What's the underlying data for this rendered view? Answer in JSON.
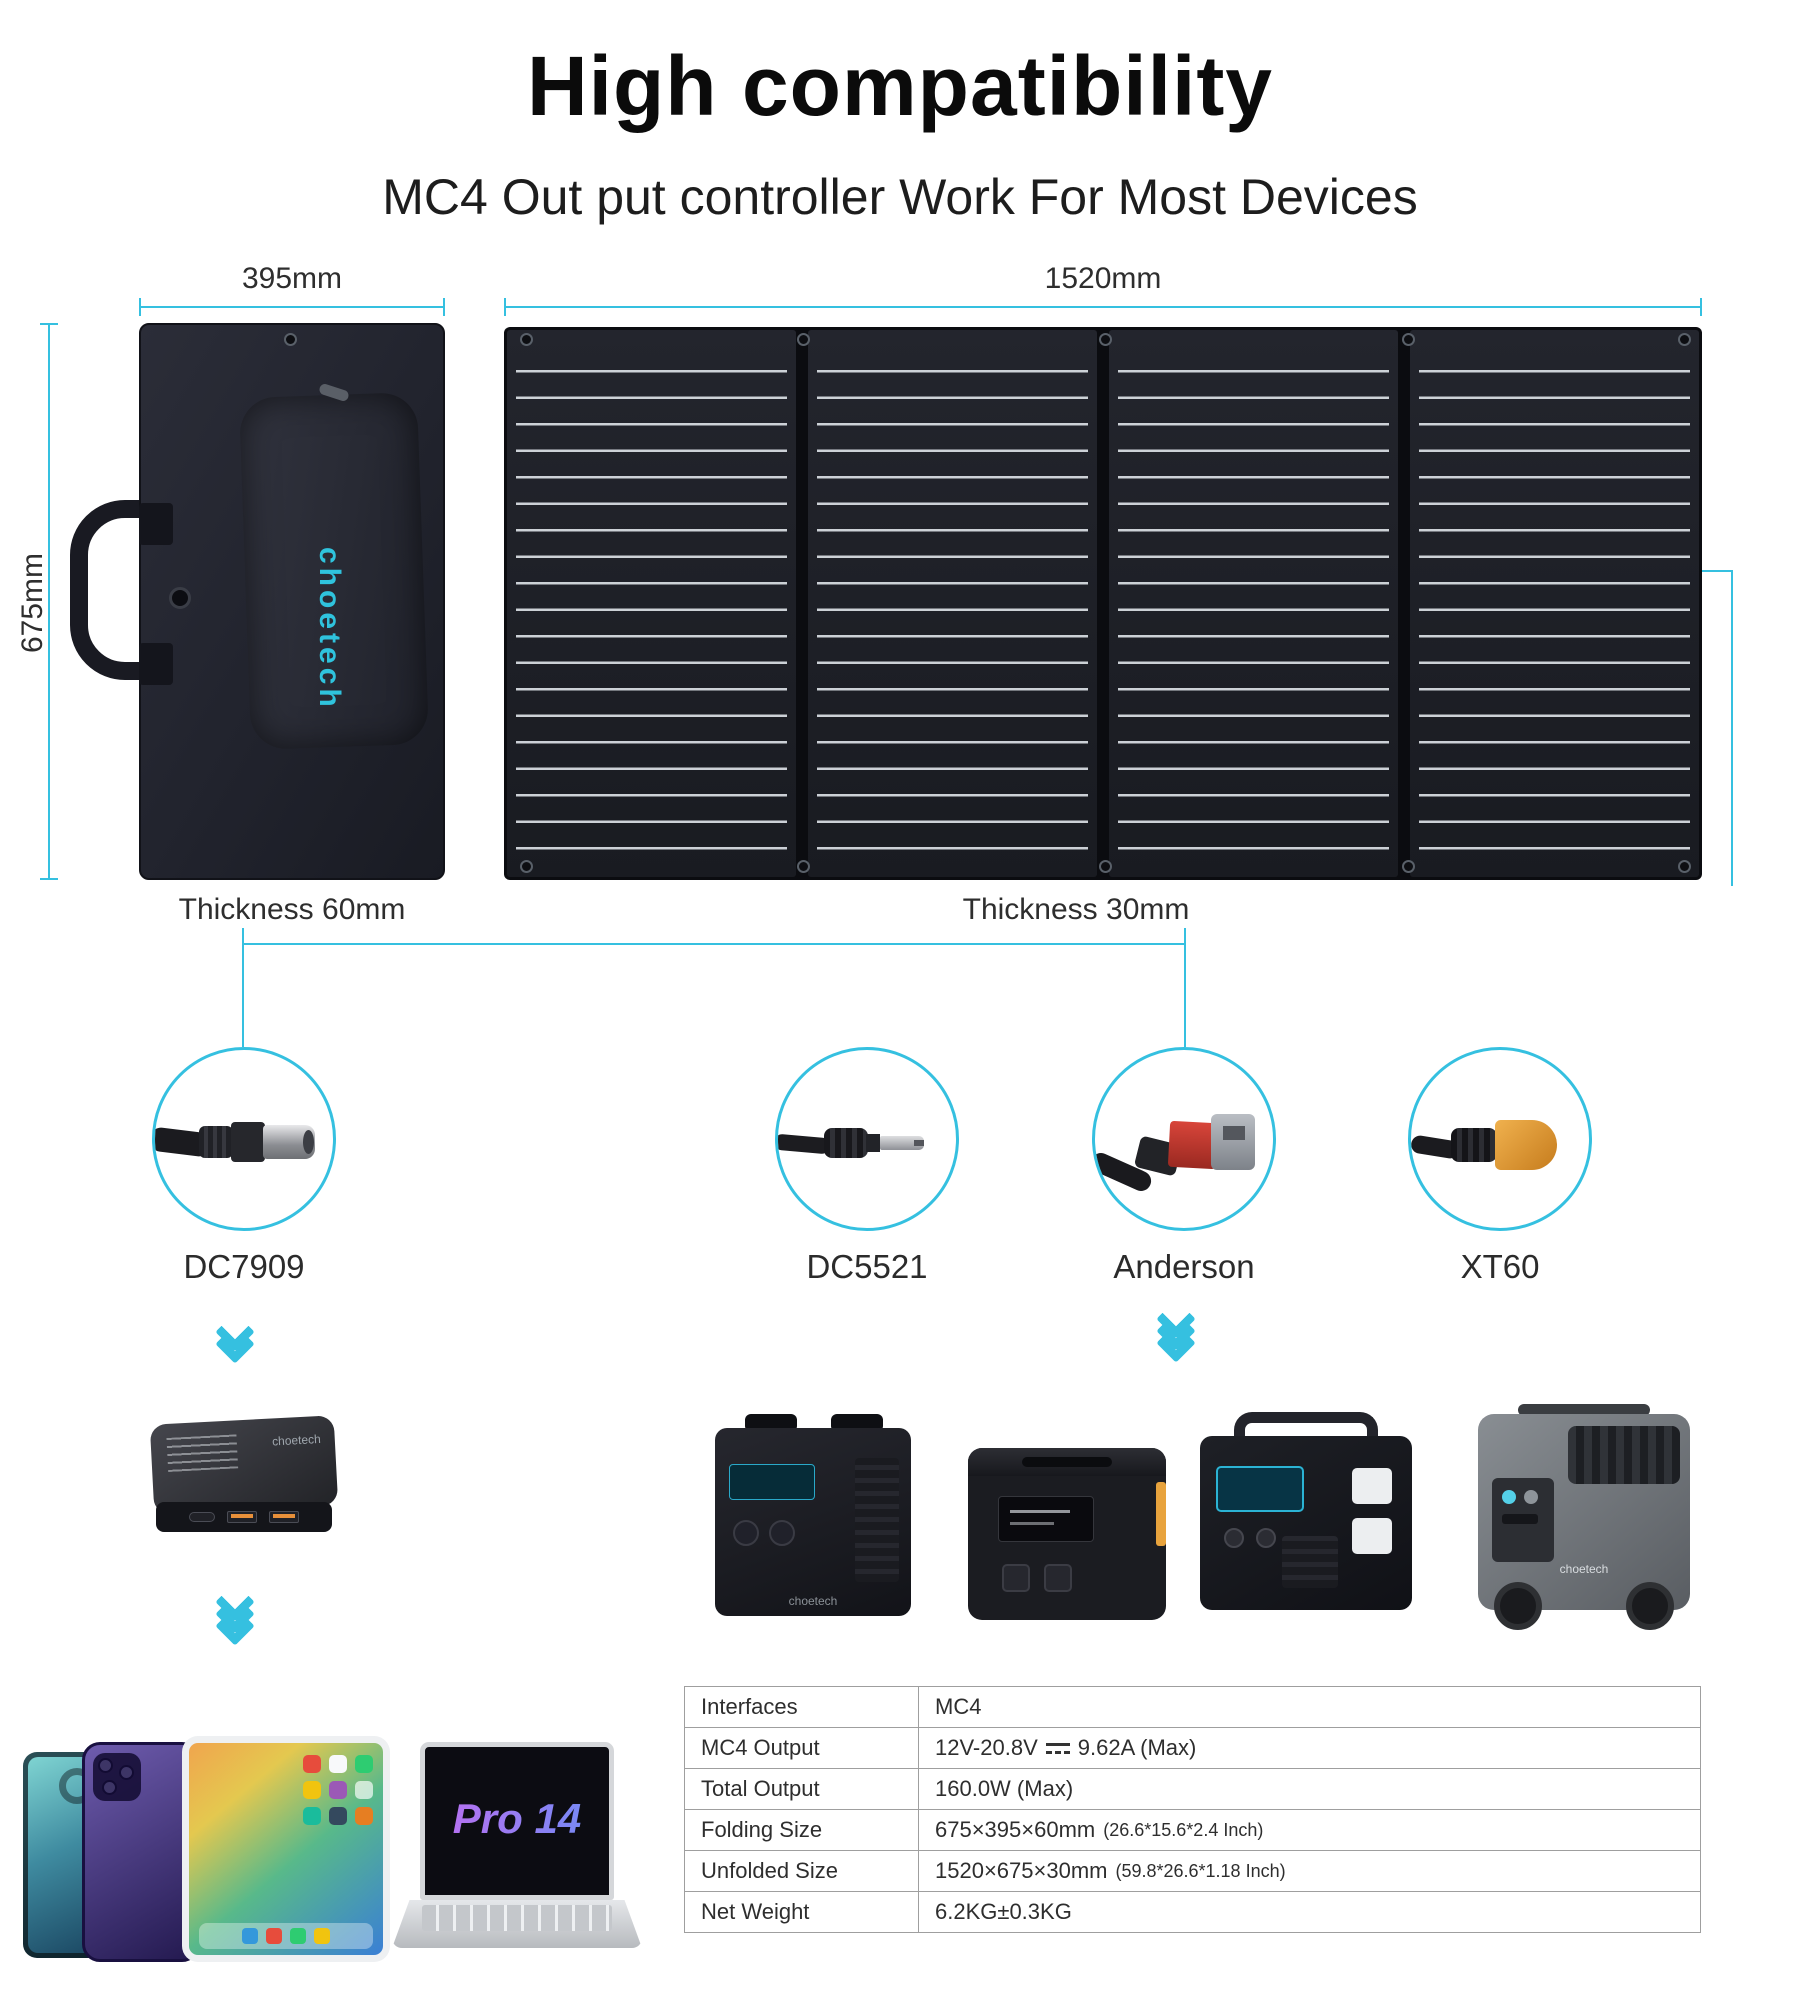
{
  "header": {
    "title": "High compatibility",
    "subtitle": "MC4 Out put controller Work For Most Devices"
  },
  "brand": "choetech",
  "panel": {
    "folded_width": "395mm",
    "unfolded_width": "1520mm",
    "height": "675mm",
    "folded_thickness": "Thickness 60mm",
    "unfolded_thickness": "Thickness 30mm"
  },
  "connectors": [
    {
      "label": "DC7909"
    },
    {
      "label": "DC5521"
    },
    {
      "label": "Anderson"
    },
    {
      "label": "XT60"
    }
  ],
  "devices": {
    "laptop_screen_text": "Pro 14"
  },
  "colors": {
    "accent": "#35c0e0",
    "panel_dark": "#1d1f26"
  },
  "spec_table": {
    "rows": [
      {
        "label": "Interfaces",
        "value": "MC4"
      },
      {
        "label": "MC4 Output",
        "value_pre": "12V-20.8V",
        "value_post": "9.62A (Max)"
      },
      {
        "label": "Total Output",
        "value": "160.0W (Max)"
      },
      {
        "label": "Folding Size",
        "value": "675×395×60mm",
        "note": "(26.6*15.6*2.4 Inch)"
      },
      {
        "label": "Unfolded Size",
        "value": "1520×675×30mm",
        "note": "(59.8*26.6*1.18 Inch)"
      },
      {
        "label": "Net Weight",
        "value": "6.2KG±0.3KG"
      }
    ]
  }
}
